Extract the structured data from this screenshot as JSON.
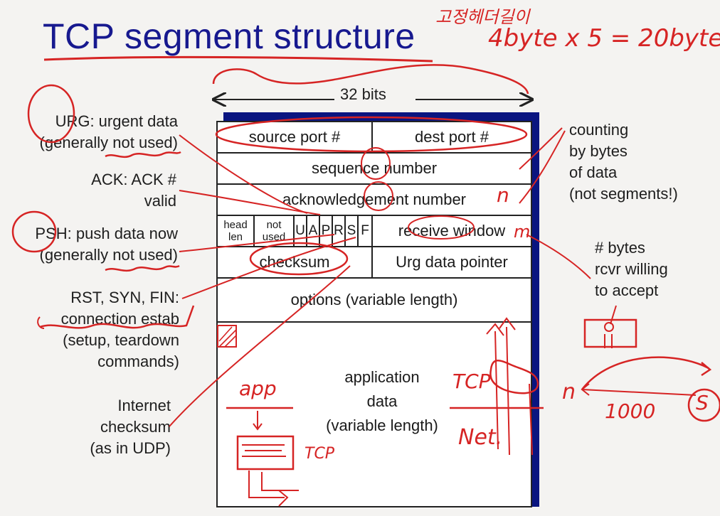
{
  "title": "TCP segment structure",
  "header_width": "32 bits",
  "segment": {
    "row1": {
      "left": "source port #",
      "right": "dest port #"
    },
    "row2": "sequence number",
    "row3": "acknowledgement number",
    "row4": {
      "head_len": [
        "head",
        "len"
      ],
      "not_used": [
        "not",
        "used"
      ],
      "flags": [
        "U",
        "A",
        "P",
        "R",
        "S",
        "F"
      ],
      "receive_window": "receive window"
    },
    "row5": {
      "left": "checksum",
      "right": "Urg data pointer"
    },
    "row6": "options (variable length)",
    "row7": [
      "application",
      "data",
      "(variable length)"
    ]
  },
  "left_labels": {
    "urg": [
      "URG: urgent data",
      "(generally not used)"
    ],
    "ack": [
      "ACK: ACK #",
      "valid"
    ],
    "psh": [
      "PSH: push data now",
      "(generally not used)"
    ],
    "rst": [
      "RST, SYN, FIN:",
      "connection estab",
      "(setup, teardown",
      "commands)"
    ],
    "checksum": [
      "Internet",
      "checksum",
      "(as in UDP)"
    ]
  },
  "right_labels": {
    "counting": [
      "counting",
      "by bytes",
      "of data",
      "(not segments!)"
    ],
    "bytes": [
      "# bytes",
      "rcvr willing",
      "to accept"
    ]
  },
  "handwriting": {
    "top_korean": "고정헤더길이",
    "top_formula": "4byte x 5 = 20byte",
    "n": "n",
    "m": "m",
    "tcp_right": "TCP",
    "net": "Net.",
    "app": "app",
    "tcp_bottom": "TCP",
    "thousand": "1000",
    "n_small": "n",
    "s": "S"
  },
  "colors": {
    "title": "#17198f",
    "annotation": "#d62424",
    "shadow": "#0a1580"
  }
}
